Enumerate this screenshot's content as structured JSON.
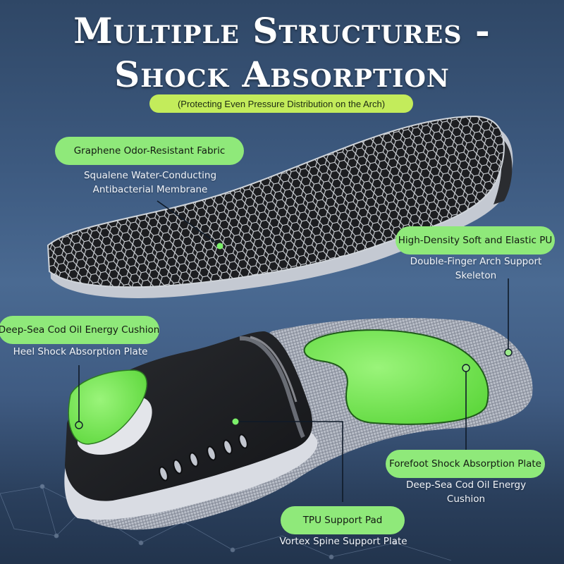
{
  "header": {
    "title_line1": "Multiple Structures -",
    "title_line2": "Shock Absorption",
    "subtitle": "(Protecting Even Pressure Distribution on the Arch)"
  },
  "callouts": [
    {
      "id": "fabric",
      "label": "Graphene Odor-Resistant Fabric",
      "description_lines": [
        "Squalene Water-Conducting",
        "Antibacterial Membrane"
      ]
    },
    {
      "id": "pu",
      "label": "High-Density Soft and Elastic PU",
      "description_lines": [
        "Double-Finger Arch Support",
        "Skeleton"
      ]
    },
    {
      "id": "heel",
      "label": "Deep-Sea Cod Oil Energy Cushion",
      "description_lines": [
        "Heel Shock Absorption Plate"
      ]
    },
    {
      "id": "forefoot",
      "label": "Forefoot Shock Absorption Plate",
      "description_lines": [
        "Deep-Sea Cod Oil Energy",
        "Cushion"
      ]
    },
    {
      "id": "tpu",
      "label": "TPU Support Pad",
      "description_lines": [
        "Vortex Spine Support Plate"
      ]
    }
  ],
  "colors": {
    "pill_green": "#8fe97a",
    "subtitle_pill": "#c3ec5b",
    "cushion_green": "#7ff05a",
    "background_blue": "#3d5a80",
    "insole_black": "#1f2124"
  }
}
